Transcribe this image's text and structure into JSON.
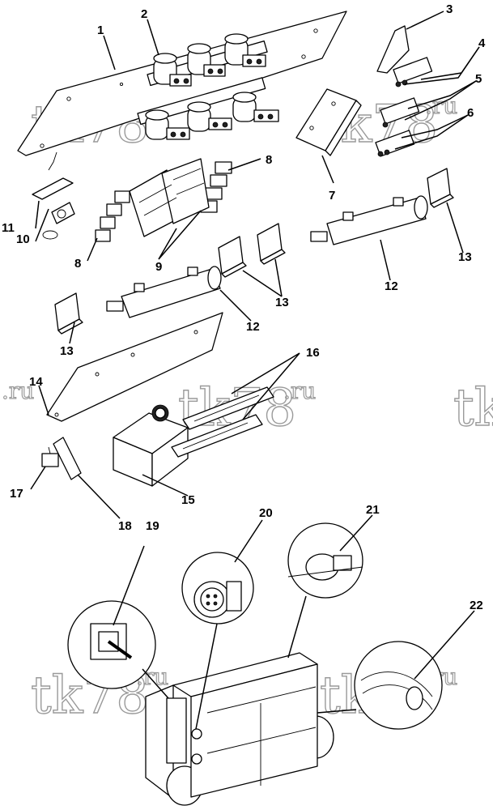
{
  "watermark": {
    "brand": "tk78",
    "suffix": ".ru"
  },
  "callouts": {
    "c1": "1",
    "c2": "2",
    "c3": "3",
    "c4": "4",
    "c5": "5",
    "c6": "6",
    "c7": "7",
    "c8": "8",
    "c9": "9",
    "c10": "10",
    "c11": "11",
    "c12": "12",
    "c13": "13",
    "c14": "14",
    "c15": "15",
    "c16": "16",
    "c17": "17",
    "c18": "18",
    "c19": "19",
    "c20": "20",
    "c21": "21",
    "c22": "22"
  }
}
